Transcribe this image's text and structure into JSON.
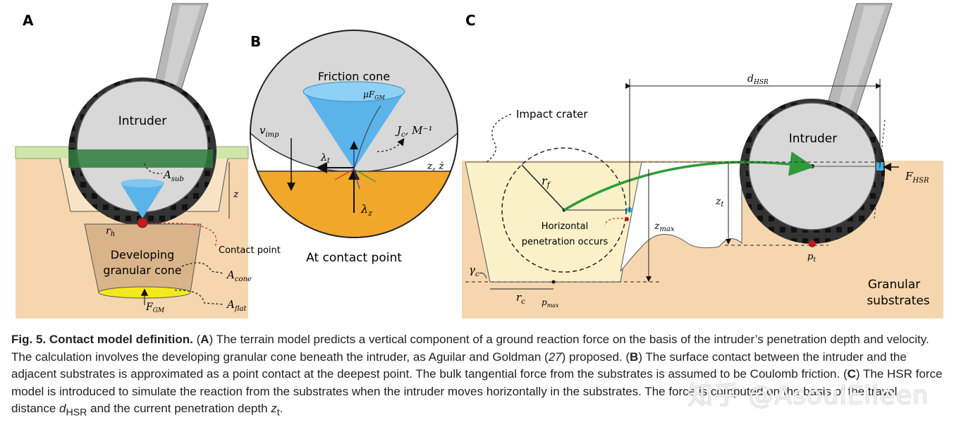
{
  "panels": {
    "a": {
      "letter": "A",
      "intruder": "Intruder",
      "a_sub": "A",
      "a_sub_s": "sub",
      "z": "z",
      "r": "r",
      "r_s": "h",
      "contact_point": "Contact point",
      "cone_line1": "Developing",
      "cone_line2": "granular cone",
      "a_cone": "A",
      "a_cone_s": "cone",
      "a_flat": "A",
      "a_flat_s": "flat",
      "f": "F",
      "f_s": "GM"
    },
    "b": {
      "letter": "B",
      "friction_cone": "Friction cone",
      "mu_f": "μF",
      "mu_f_s": "GM",
      "v": "v",
      "v_s": "imp",
      "lt": "λ",
      "lt_s": "t",
      "lz": "λ",
      "lz_s": "z",
      "jc": "J",
      "jc_s": "c",
      "jc_rest": ", M⁻¹",
      "zdot": "z, ż",
      "at_contact": "At contact point"
    },
    "c": {
      "letter": "C",
      "impact_crater": "Impact crater",
      "d": "d",
      "d_s": "HSR",
      "intruder": "Intruder",
      "f": "F",
      "f_s": "HSR",
      "rf": "r",
      "rf_s": "f",
      "hp1": "Horizontal",
      "hp2": "penetration occurs",
      "zmax": "z",
      "zmax_s": "max",
      "zt": "z",
      "zt_s": "t",
      "pt": "p",
      "pt_s": "t",
      "gamma": "γ",
      "gamma_s": "c",
      "rc": "r",
      "rc_s": "c",
      "pmax": "p",
      "pmax_s": "max",
      "gran1": "Granular",
      "gran2": "substrates"
    }
  },
  "caption": {
    "fig_label": "Fig. 5. Contact model definition.",
    "open_paren": " (",
    "a_letter": "A",
    "a_text": ") The terrain model predicts a vertical component of a ground reaction force on the basis of the intruder’s penetration depth and velocity. The calculation involves the developing granular cone beneath the intruder, as Aguilar and Goldman (",
    "ref": "27",
    "a_text2": ") proposed. (",
    "b_letter": "B",
    "b_text": ") The surface contact between the intruder and the adjacent substrates is approximated as a point contact at the deepest point. The bulk tangential force from the substrates is assumed to be Coulomb friction. (",
    "c_letter": "C",
    "c_text": ") The HSR force model is introduced to simulate the reaction from the substrates when the intruder moves horizontally in the substrates. The force is computed on the basis of the travel distance ",
    "d_sym": "d",
    "d_sub": "HSR",
    "c_text2": " and the current penetration depth ",
    "z_sym": "z",
    "z_sub": "t",
    "end": "."
  },
  "watermark": "知乎 @AsoulEileen",
  "colors": {
    "sand": "#f5d6ae",
    "grass": "#cfe6a8",
    "cone_blue": "#5ab4ea",
    "intruder_gray": "#d8d8d8",
    "cone_brown": "#d9b48a",
    "orange": "#f0a72a",
    "yellow": "#f2ea1c",
    "trajectory": "#2e9b3a",
    "crater_light": "#fbf1c9"
  }
}
